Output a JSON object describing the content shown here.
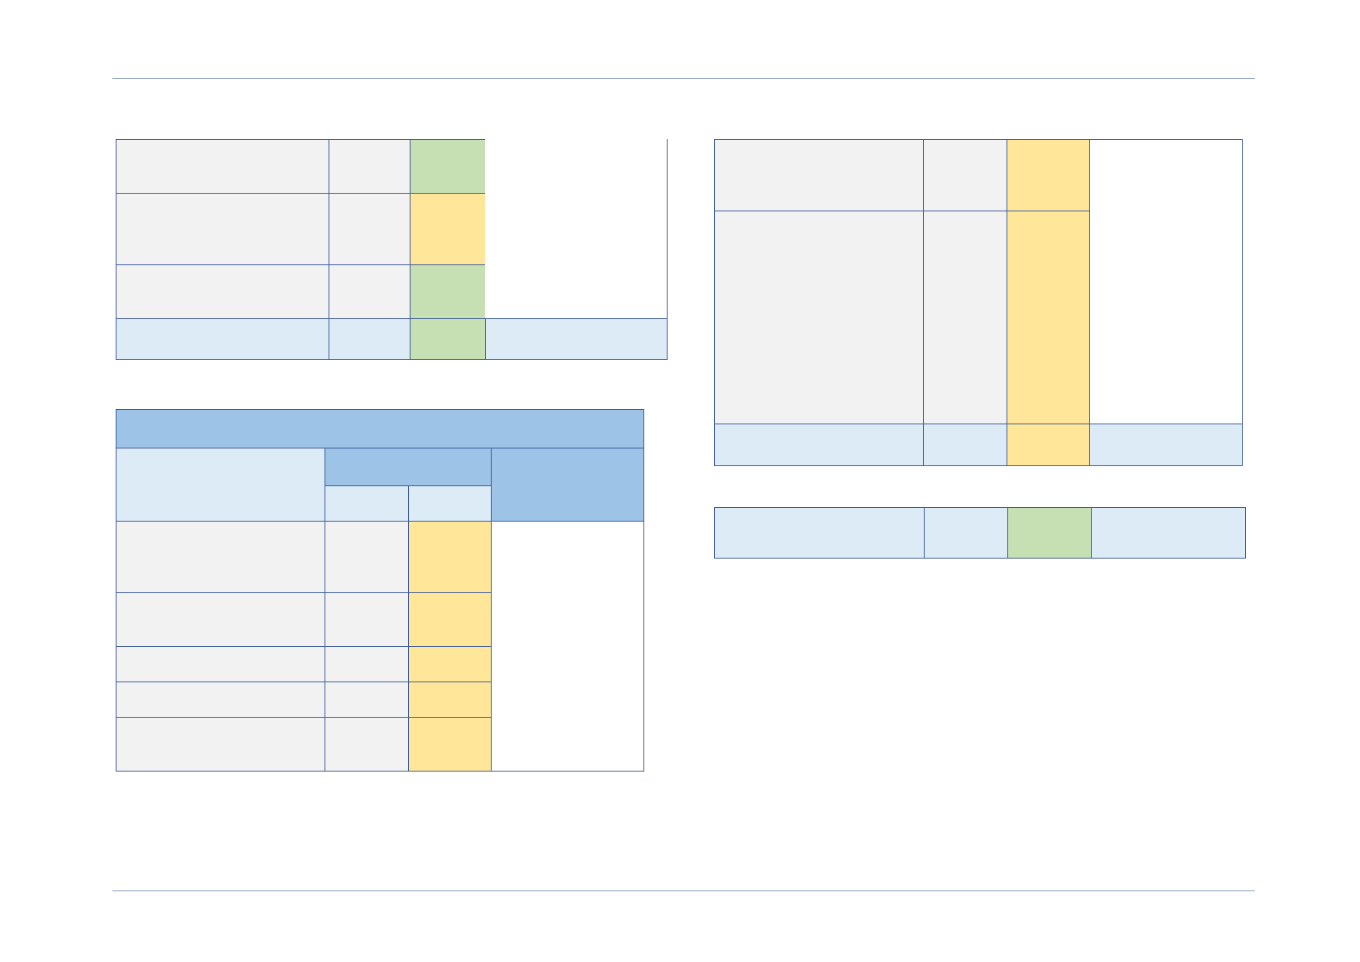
{
  "header": {
    "text": ""
  },
  "footer": {
    "text": ""
  },
  "colors": {
    "rule": "#8397bf",
    "border": "#3b5998",
    "grey_cell": "#f2f2f2",
    "green_status": "#c6e0b4",
    "amber_status": "#ffe699",
    "light_blue_row": "#ddebf7",
    "medium_blue_header": "#9dc3e6"
  },
  "table_a": {
    "rows": [
      {
        "label": "",
        "value": "",
        "status": "green"
      },
      {
        "label": "",
        "value": "",
        "status": "amber"
      },
      {
        "label": "",
        "value": "",
        "status": "green"
      }
    ],
    "comment": "",
    "total": {
      "label": "",
      "value": "",
      "status": "green",
      "comment": ""
    }
  },
  "table_b": {
    "title": "",
    "header": {
      "label": "",
      "group": "",
      "sub1": "",
      "sub2": "",
      "comment": ""
    },
    "rows": [
      {
        "label": "",
        "value": "",
        "status": "amber"
      },
      {
        "label": "",
        "value": "",
        "status": "amber"
      },
      {
        "label": "",
        "value": "",
        "status": "amber"
      },
      {
        "label": "",
        "value": "",
        "status": "amber"
      },
      {
        "label": "",
        "value": "",
        "status": "amber"
      }
    ],
    "comment": ""
  },
  "table_c": {
    "rows": [
      {
        "label": "",
        "value": "",
        "status": "amber"
      },
      {
        "label": "",
        "value": "",
        "status": "amber"
      }
    ],
    "comment": "",
    "total": {
      "label": "",
      "value": "",
      "status": "amber",
      "comment": ""
    }
  },
  "table_d": {
    "row": {
      "label": "",
      "value": "",
      "status": "green",
      "comment": ""
    }
  }
}
